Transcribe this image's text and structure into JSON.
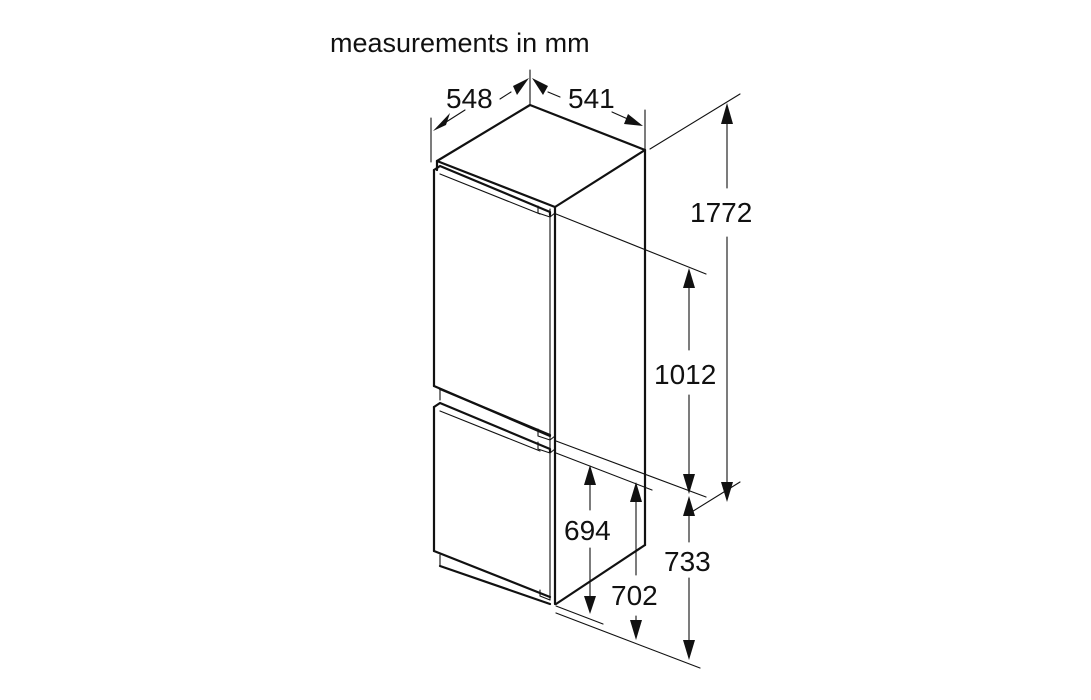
{
  "diagram": {
    "title": "measurements in mm",
    "dimensions": {
      "depth_total": "548",
      "width": "541",
      "height_total": "1772",
      "height_upper_section": "1012",
      "height_lower_door": "694",
      "height_lower_body": "702",
      "height_lower_total": "733"
    },
    "colors": {
      "line": "#111111",
      "background": "#ffffff"
    }
  }
}
